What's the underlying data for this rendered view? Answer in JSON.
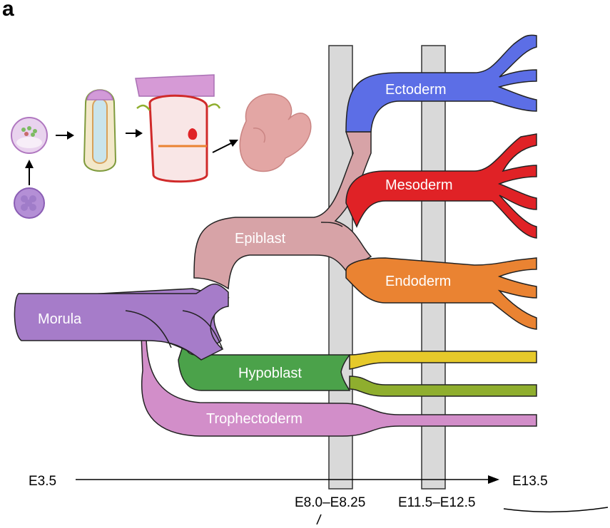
{
  "panel_label": "a",
  "lineages": {
    "morula": "Morula",
    "epiblast": "Epiblast",
    "hypoblast": "Hypoblast",
    "trophectoderm": "Trophectoderm",
    "ectoderm": "Ectoderm",
    "mesoderm": "Mesoderm",
    "endoderm": "Endoderm"
  },
  "timeline": {
    "start": "E3.5",
    "end": "E13.5",
    "window_1": "E8.0–E8.25",
    "window_2": "E11.5–E12.5"
  },
  "colors": {
    "morula": "#a67cc9",
    "epiblast": "#d7a3a7",
    "hypoblast": "#4ba24a",
    "trophectoderm": "#d28ec9",
    "ectoderm": "#5c6ee6",
    "mesoderm": "#e02226",
    "endoderm": "#ea8332",
    "yellow_branch": "#e6c92a",
    "olive_branch": "#8fae2e",
    "time_bar": "#d9d9d9"
  }
}
